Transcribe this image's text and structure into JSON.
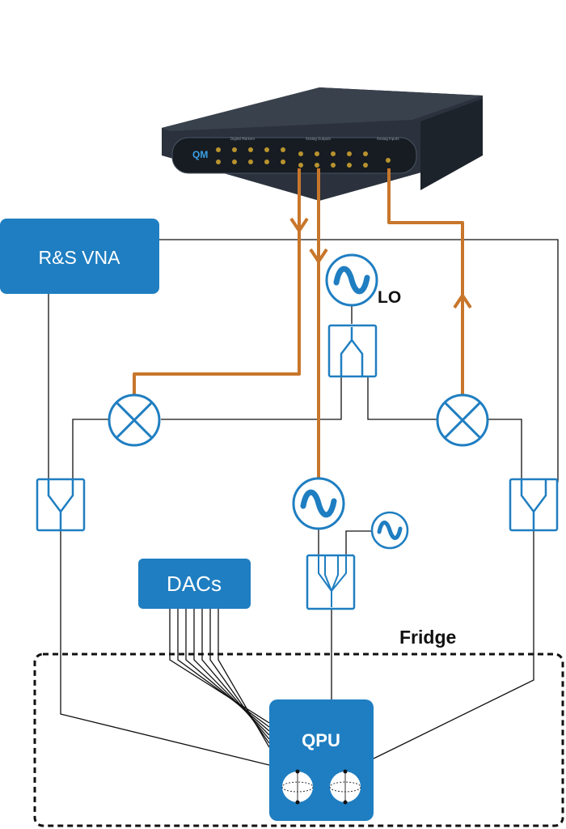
{
  "device": {
    "logo": "QM",
    "panel_labels": [
      "Digital Markers",
      "Analog Outputs",
      "Analog Inputs"
    ]
  },
  "boxes": {
    "vna": "R&S VNA",
    "dacs": "DACs",
    "qpu": "QPU"
  },
  "labels": {
    "lo": "LO",
    "fridge": "Fridge"
  },
  "colors": {
    "blue": "#1f7ec1",
    "orange": "#c8762b",
    "line": "#111111",
    "device": "#242b35"
  }
}
